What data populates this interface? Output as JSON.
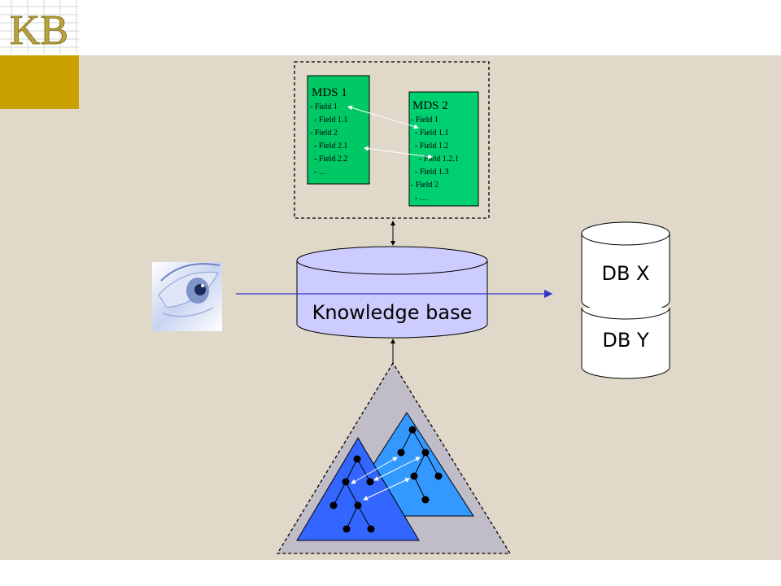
{
  "colors": {
    "slide_background": "#e0d8c8",
    "gold_accent": "#c9a100",
    "logo_text": "#b8a23a",
    "mds_green": "#00c864",
    "mds2_green": "#00d070",
    "cylinder_fill": "#ccccff",
    "arrow_blue": "#3333cc",
    "triangle_gray": "#c0bcc8",
    "tree_dark_blue": "#3366ff",
    "tree_light_blue": "#3399ff"
  },
  "logo": {
    "text": "KB"
  },
  "mds1": {
    "title": "MDS 1",
    "lines": [
      "- Field 1",
      "  - Field 1.1",
      "- Field 2",
      "  - Field 2.1",
      "  - Field 2.2",
      "  - …"
    ]
  },
  "mds2": {
    "title": "MDS 2",
    "lines": [
      "- Field 1",
      "  - Field 1.1",
      "  - Field 1.2",
      "    - Field 1.2.1",
      "  - Field 1.3",
      "- Field 2",
      "  - …"
    ]
  },
  "knowledge_base": {
    "label": "Knowledge base"
  },
  "databases": {
    "top_label": "DB X",
    "bottom_label": "DB Y"
  },
  "icons": {
    "eye": "eye-icon"
  }
}
